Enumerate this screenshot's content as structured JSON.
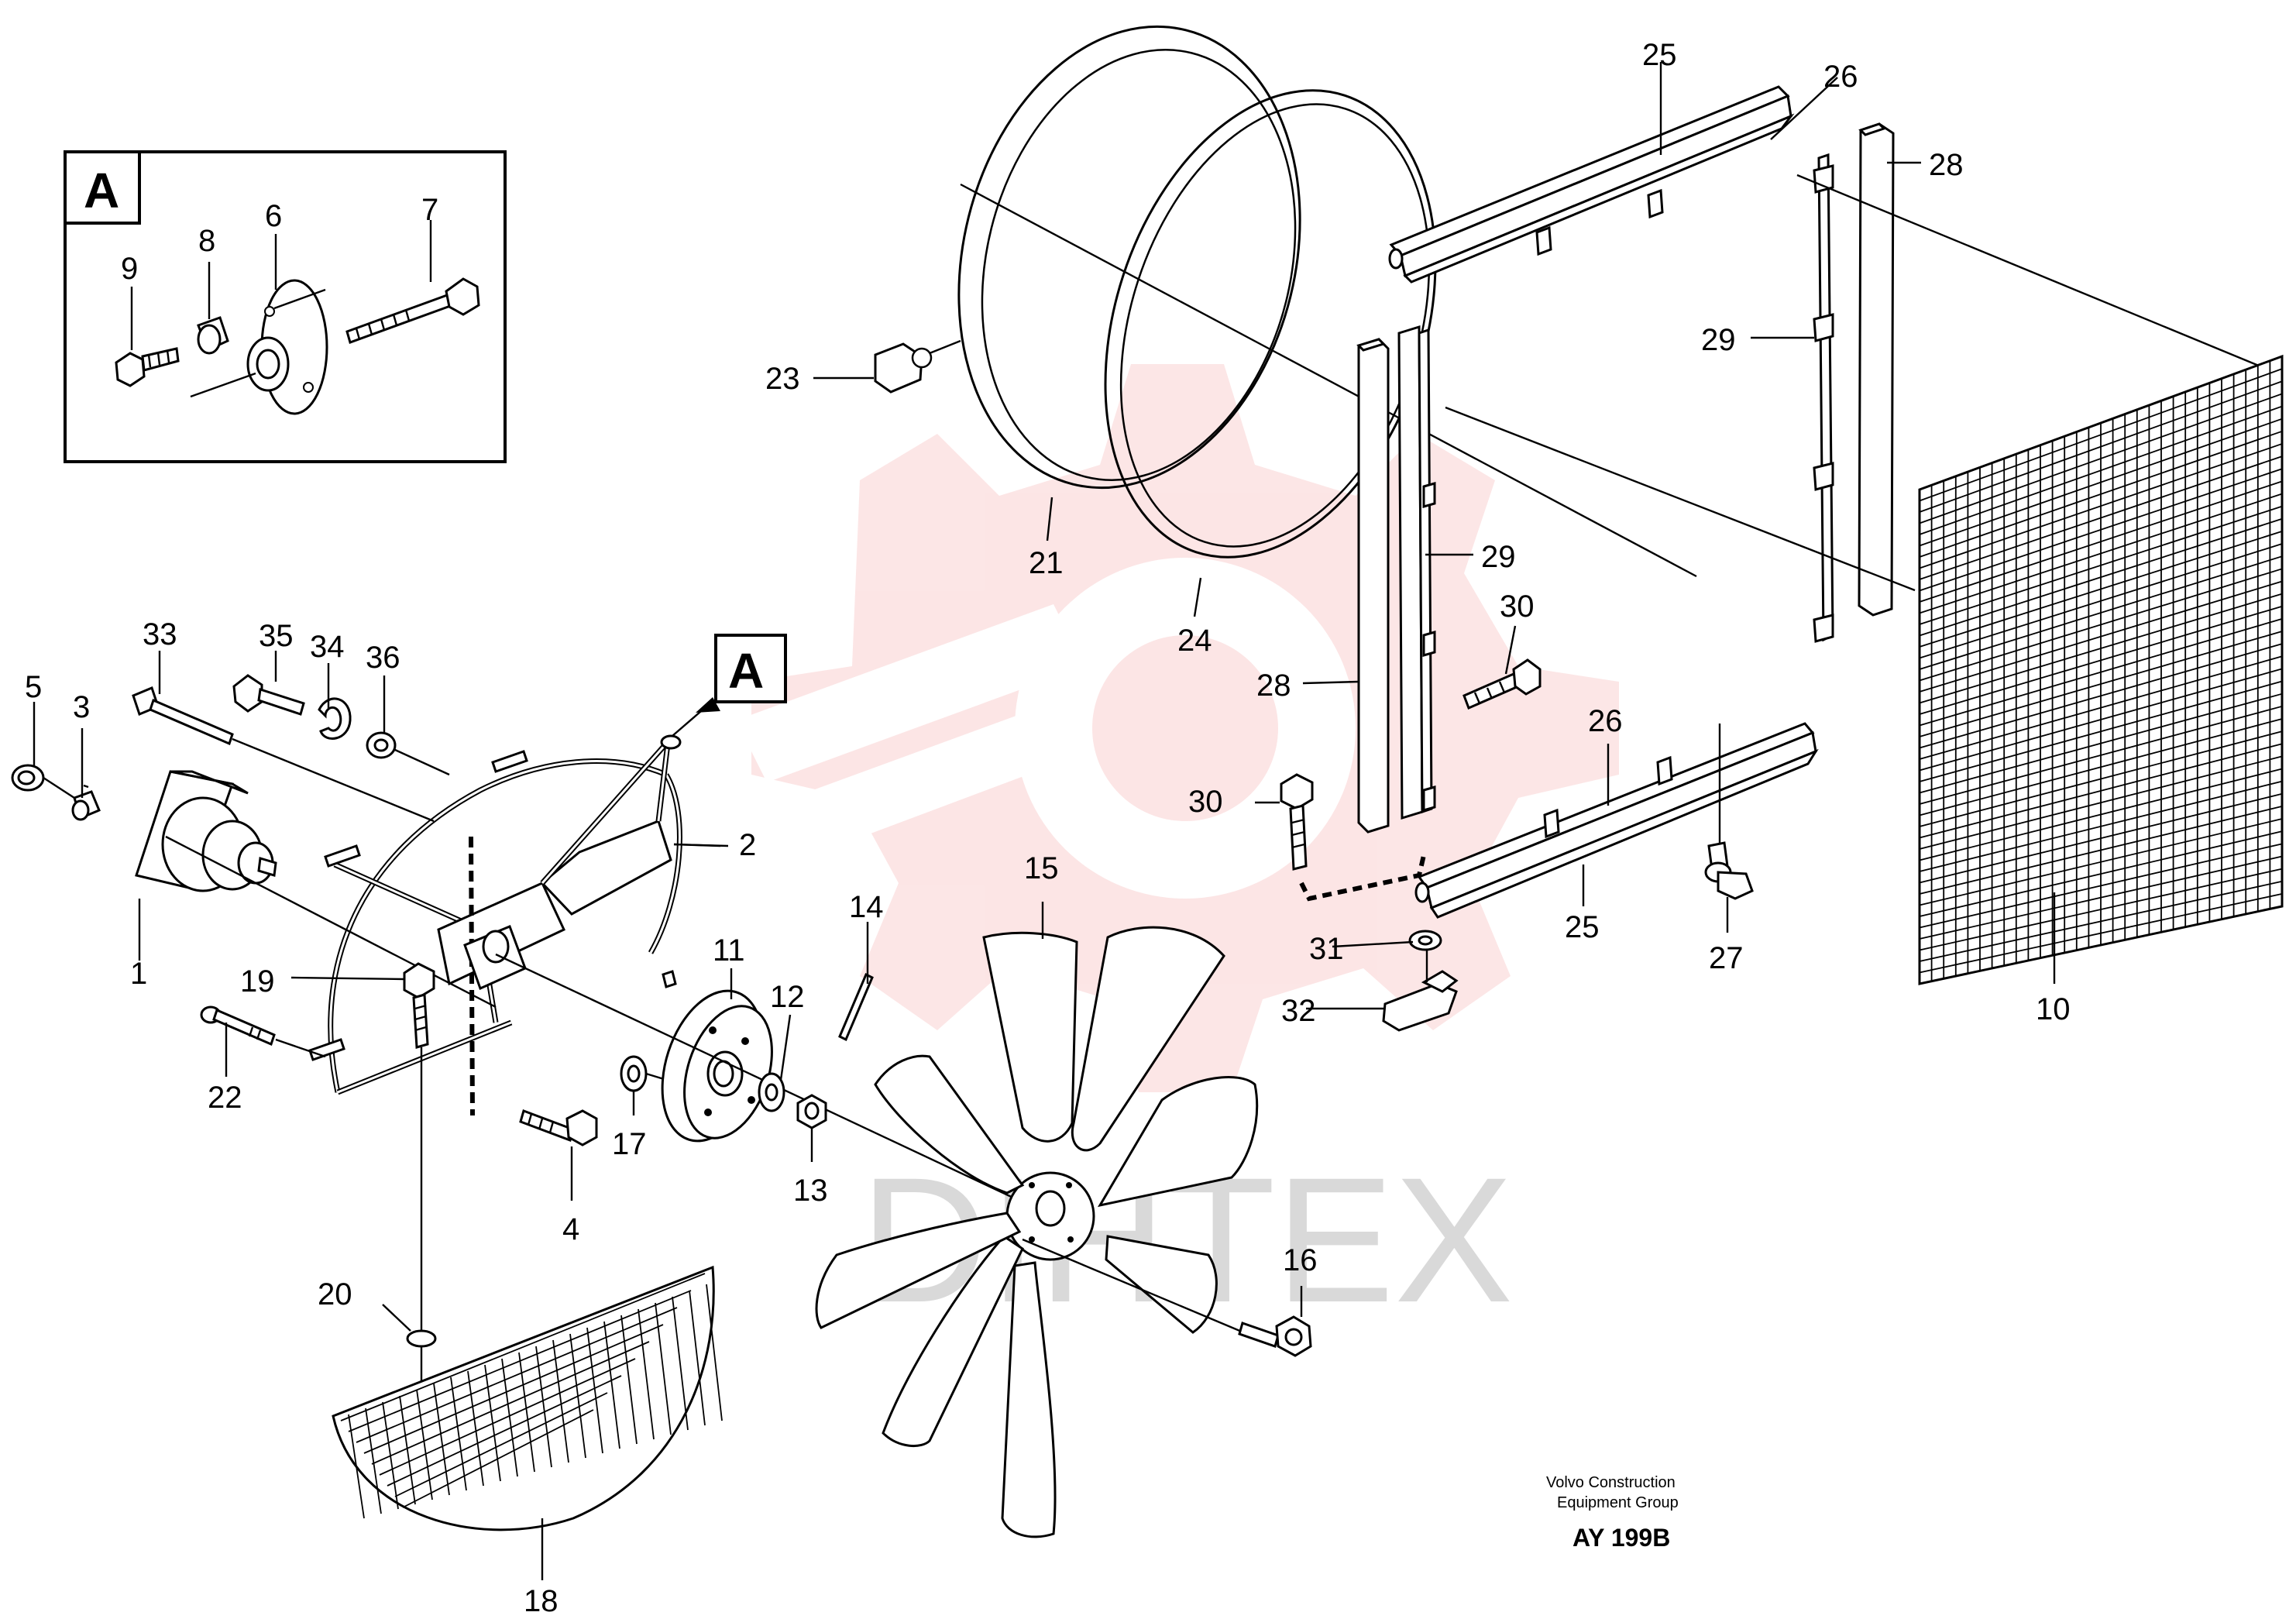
{
  "detail": {
    "letter": "A",
    "callouts": [
      "9",
      "8",
      "6",
      "7"
    ]
  },
  "reference_marker": "A",
  "callouts": [
    "1",
    "2",
    "3",
    "4",
    "5",
    "10",
    "11",
    "12",
    "13",
    "14",
    "15",
    "16",
    "17",
    "18",
    "19",
    "20",
    "21",
    "22",
    "23",
    "24",
    "25",
    "25",
    "26",
    "26",
    "27",
    "28",
    "28",
    "29",
    "29",
    "30",
    "30",
    "31",
    "32",
    "33",
    "34",
    "35",
    "36"
  ],
  "watermark": "DIHTEX",
  "credit": {
    "line1": "Volvo Construction",
    "line2": "Equipment Group",
    "code": "AY 199B"
  }
}
